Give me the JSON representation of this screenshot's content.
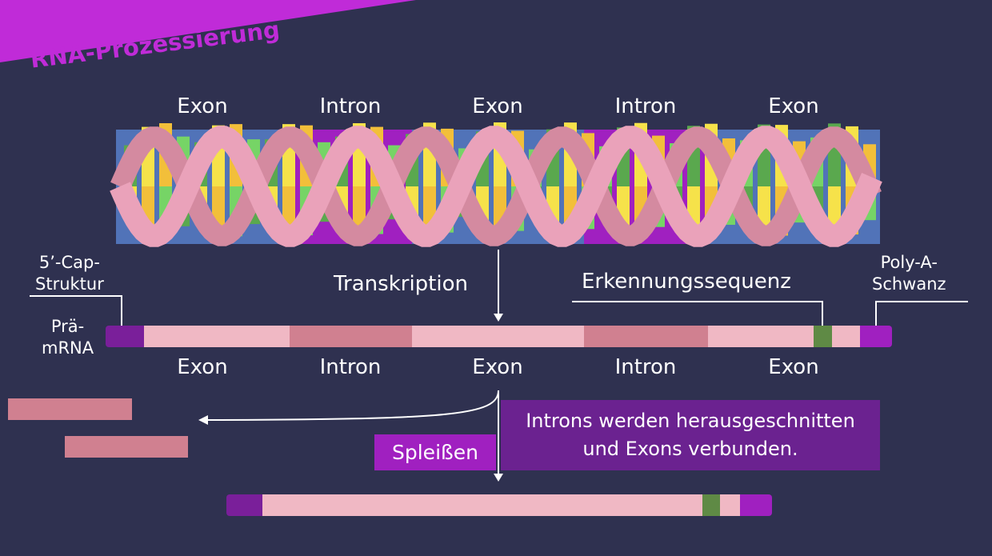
{
  "title": "RNA-Prozessierung",
  "segments": [
    "Exon",
    "Intron",
    "Exon",
    "Intron",
    "Exon"
  ],
  "labels": {
    "cap": "5’-Cap-\nStruktur",
    "pre_mrna": "Prä-\nmRNA",
    "transcription": "Transkription",
    "recognition": "Erkennungssequenz",
    "polya": "Poly-A-\nSchwanz",
    "splicing": "Spleißen",
    "splicing_note": "Introns werden herausgeschnitten\nund Exons verbunden."
  },
  "colors": {
    "background": "#2f3150",
    "exon_dna": "#5173b8",
    "intron_dna": "#a020c0",
    "exon_rna": "#f0b8c4",
    "intron_rna": "#d08090",
    "cap_tail": "#7a1f9a",
    "recognition": "#5f8a45",
    "accent": "#c02bd8"
  }
}
